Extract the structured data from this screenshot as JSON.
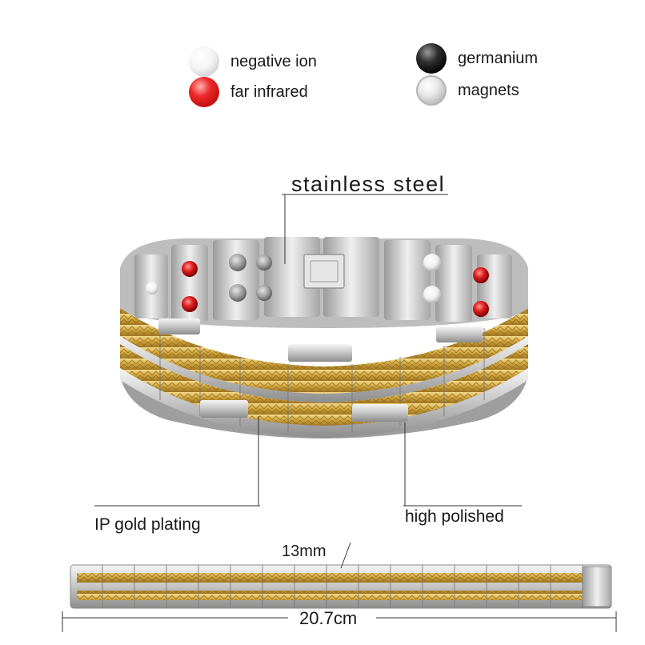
{
  "legend": [
    {
      "label": "negative ion",
      "color": "#f2f2f2",
      "icon": "white-ball-icon"
    },
    {
      "label": "far infrared",
      "color": "#e41e1e",
      "icon": "red-ball-icon"
    },
    {
      "label": "germanium",
      "color": "#111111",
      "icon": "black-ball-icon"
    },
    {
      "label": "magnets",
      "color": "#cfcfcf",
      "icon": "silver-ring-icon"
    }
  ],
  "callouts": {
    "stainless_steel": "stainless steel",
    "ip_gold_plating": "IP gold plating",
    "high_polished": "high polished"
  },
  "dimensions": {
    "width": "13mm",
    "length": "20.7cm"
  },
  "colors": {
    "gold": "#d9b24a",
    "silver": "#d6d6d6",
    "text": "#1a1a1a"
  }
}
